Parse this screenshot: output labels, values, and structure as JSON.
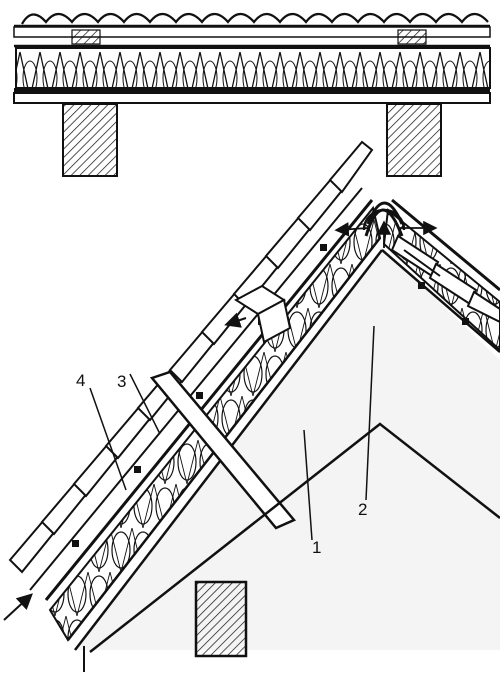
{
  "callouts": {
    "label_1": "1",
    "label_2": "2",
    "label_3": "3",
    "label_4": "4"
  },
  "colors": {
    "ink": "#111111",
    "fill_light": "#e8e8e8",
    "paper": "#ffffff"
  }
}
